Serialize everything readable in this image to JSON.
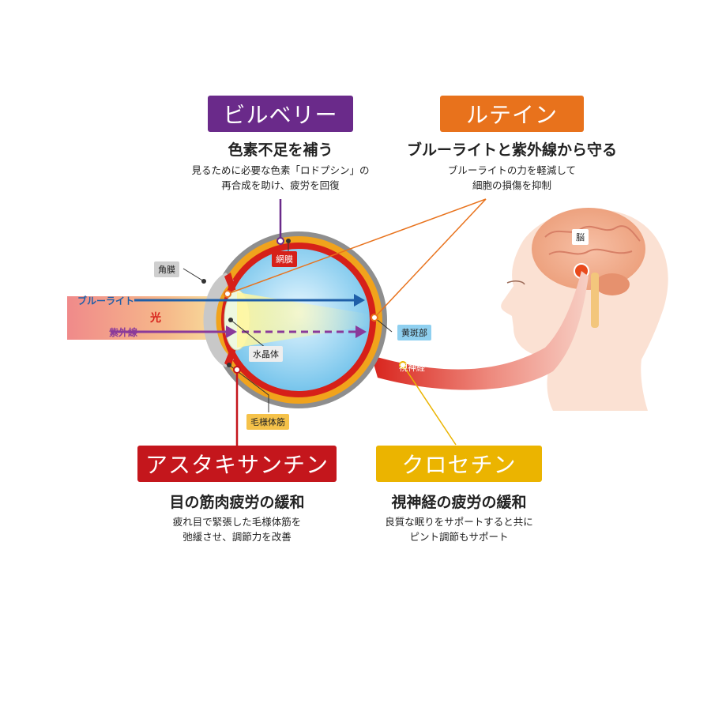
{
  "ingredients": {
    "bilberry": {
      "name": "ビルベリー",
      "headline": "色素不足を補う",
      "desc_line1": "見るために必要な色素「ロドプシン」の",
      "desc_line2": "再合成を助け、疲労を回復",
      "color": "#6a2a8a"
    },
    "lutein": {
      "name": "ルテイン",
      "headline": "ブルーライトと紫外線から守る",
      "desc_line1": "ブルーライトの力を軽減して",
      "desc_line2": "細胞の損傷を抑制",
      "color": "#e8721c"
    },
    "astaxanthin": {
      "name": "アスタキサンチン",
      "headline": "目の筋肉疲労の緩和",
      "desc_line1": "疲れ目で緊張した毛様体筋を",
      "desc_line2": "弛緩させ、調節力を改善",
      "color": "#c4161c"
    },
    "crocetin": {
      "name": "クロセチン",
      "headline": "視神経の疲労の緩和",
      "desc_line1": "良質な眠りをサポートすると共に",
      "desc_line2": "ピント調節もサポート",
      "color": "#ebb400"
    }
  },
  "anatomy": {
    "cornea": "角膜",
    "retina": "網膜",
    "lens": "水晶体",
    "macula": "黄斑部",
    "optic_nerve": "視神経",
    "ciliary_muscle": "毛様体筋",
    "brain": "脳"
  },
  "light": {
    "blue_light": "ブルーライト",
    "light": "光",
    "uv": "紫外線"
  },
  "colors": {
    "blue_arrow": "#1f5fa8",
    "uv_arrow": "#8a3a9a",
    "light_text": "#d8231c",
    "eyeball_red": "#c4161c",
    "vitreous_blue": "#8fd0f0"
  }
}
